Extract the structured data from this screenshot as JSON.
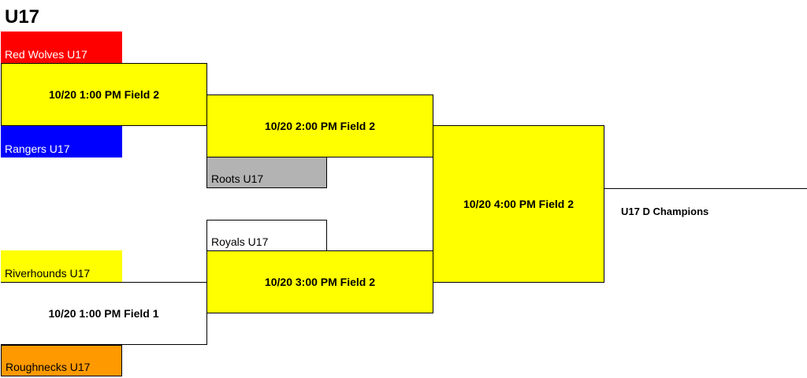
{
  "bracket": {
    "title": "U17",
    "round1": {
      "game1": {
        "team_top": "Red Wolves U17",
        "team_bottom": "Rangers U17",
        "label": "10/20 1:00 PM Field 2"
      },
      "game2": {
        "team_top": "Riverhounds U17",
        "team_bottom": "Roughnecks U17",
        "label": "10/20 1:00 PM Field 1"
      }
    },
    "round2": {
      "game1": {
        "team_bye": "Roots U17",
        "label": "10/20 2:00 PM Field 2"
      },
      "game2": {
        "team_bye": "Royals U17",
        "label": "10/20 3:00 PM Field 2"
      }
    },
    "final": {
      "label": "10/20 4:00 PM Field 2"
    },
    "champion_label": "U17 D Champions",
    "colors": {
      "red_wolves": "#ff0000",
      "rangers": "#0000ff",
      "riverhounds": "#ffff00",
      "roughnecks": "#ff9900",
      "roots": "#b3b3b3",
      "royals": "#ffffff",
      "game_highlight": "#ffff00",
      "game_plain": "#ffffff"
    }
  }
}
